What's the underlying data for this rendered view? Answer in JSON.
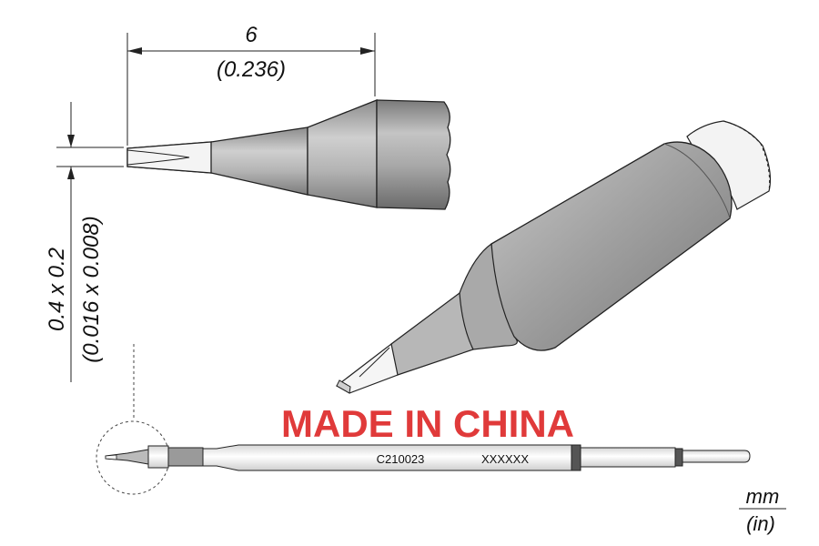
{
  "dimensions": {
    "length_mm": "6",
    "length_in": "(0.236)",
    "tip_mm": "0.4 x 0.2",
    "tip_in": "(0.016 x 0.008)"
  },
  "banner": "MADE IN CHINA",
  "tool_labels": {
    "part_code": "C210023",
    "serial": "XXXXXX"
  },
  "units": {
    "primary": "mm",
    "secondary": "(in)"
  },
  "colors": {
    "banner": "#e03a3a",
    "metal_light": "#c9c9c9",
    "metal_mid": "#9a9a9a",
    "metal_dark": "#6f6f6f",
    "tip_white": "#f2f2f2"
  }
}
